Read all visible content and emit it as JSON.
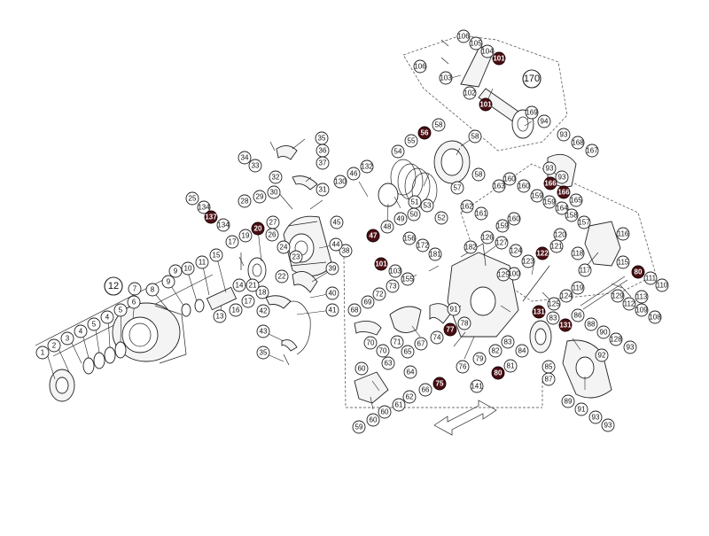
{
  "labels": {
    "l1": "1",
    "l2": "2",
    "l3": "3",
    "l4": "4",
    "l5": "5",
    "l6": "6",
    "l7": "7",
    "l8": "8",
    "l9": "9",
    "l9b": "9",
    "l10": "10",
    "l11": "11",
    "l12": "12",
    "l13": "13",
    "l14": "14",
    "l15": "15",
    "l16": "16",
    "l17": "17",
    "l17b": "17",
    "l18": "18",
    "l19": "19",
    "l20": "20",
    "l21": "21",
    "l22": "22",
    "l23": "23",
    "l24": "24",
    "l25": "25",
    "l26": "26",
    "l27": "27",
    "l28": "28",
    "l29": "29",
    "l30": "30",
    "l31": "31",
    "l32": "32",
    "l33": "33",
    "l34": "34",
    "l35": "35",
    "l35b": "35",
    "l36": "36",
    "l37": "37",
    "l38": "38",
    "l39": "39",
    "l40": "40",
    "l41": "41",
    "l42": "42",
    "l43": "43",
    "l44": "44",
    "l45": "45",
    "l46": "46",
    "l47": "47",
    "l48": "48",
    "l49": "49",
    "l50": "50",
    "l51": "51",
    "l52": "52",
    "l53": "53",
    "l54": "54",
    "l55": "55",
    "l56": "56",
    "l57": "57",
    "l58": "58",
    "l58b": "58",
    "l58c": "58",
    "l59": "59",
    "l60": "60",
    "l60b": "60",
    "l60c": "60",
    "l61": "61",
    "l62": "62",
    "l63": "63",
    "l64": "64",
    "l65": "65",
    "l66": "66",
    "l67": "67",
    "l68": "68",
    "l69": "69",
    "l70": "70",
    "l70b": "70",
    "l71": "71",
    "l72": "72",
    "l73": "73",
    "l74": "74",
    "l75": "75",
    "l76": "76",
    "l77": "77",
    "l78": "78",
    "l79": "79",
    "l80": "80",
    "l80b": "80",
    "l81": "81",
    "l82": "82",
    "l83": "83",
    "l83b": "83",
    "l84": "84",
    "l85": "85",
    "l86": "86",
    "l87": "87",
    "l88": "88",
    "l89": "89",
    "l90": "90",
    "l91": "91",
    "l91b": "91",
    "l92": "92",
    "l93": "93",
    "l93b": "93",
    "l93c": "93",
    "l93d": "93",
    "l93e": "93",
    "l93f": "93",
    "l94": "94",
    "l100": "100",
    "l101": "101",
    "l101b": "101",
    "l101c": "101",
    "l102": "102",
    "l103": "103",
    "l103b": "103",
    "l104": "104",
    "l105": "105",
    "l106": "106",
    "l106b": "106",
    "l108": "108",
    "l109": "109",
    "l110": "110",
    "l111": "111",
    "l112": "112",
    "l113": "113",
    "l115": "115",
    "l116": "116",
    "l117": "117",
    "l118": "118",
    "l119": "119",
    "l120": "120",
    "l121": "121",
    "l122": "122",
    "l123": "123",
    "l124": "124",
    "l125": "125",
    "l125b": "125",
    "l126": "126",
    "l127": "127",
    "l128": "128",
    "l129": "129",
    "l130": "130",
    "l131": "131",
    "l131b": "131",
    "l132": "132",
    "l134": "134",
    "l134b": "134",
    "l137": "137",
    "l141": "141",
    "l155": "155",
    "l156": "156",
    "l157": "157",
    "l158": "158",
    "l159": "159",
    "l159b": "159",
    "l159c": "159",
    "l160": "160",
    "l160b": "160",
    "l160c": "160",
    "l161": "161",
    "l162": "162",
    "l163": "163",
    "l164": "164",
    "l165": "165",
    "l166": "166",
    "l166b": "166",
    "l167": "167",
    "l168": "168",
    "l169": "169",
    "l170": "170",
    "l172": "172",
    "l181": "181",
    "l182": "182"
  },
  "colors": {
    "highlight": "#4a0f14",
    "line": "#222222",
    "paper": "#ffffff"
  }
}
